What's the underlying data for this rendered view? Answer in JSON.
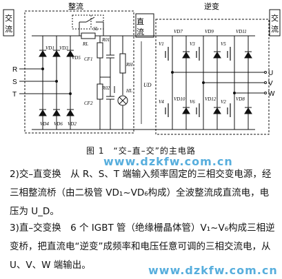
{
  "diagram": {
    "section_ac": "交流",
    "section_rect": "整流",
    "section_dc": "直流",
    "section_inv": "逆变",
    "section_ac_out": "交流",
    "inputs": [
      "R",
      "S",
      "T"
    ],
    "outputs": [
      "U",
      "V",
      "W"
    ],
    "switch_label": "SL",
    "diodes_top": [
      "VD1",
      "VD3",
      "VD5"
    ],
    "diodes_bottom": [
      "VD4",
      "VD6",
      "VD2"
    ],
    "rl": "RL",
    "r01": "R01",
    "r02": "R02",
    "c1": "CF1",
    "c2": "CF2",
    "rh": "RH",
    "hl": "HL",
    "ud": "UD",
    "igbt_top": [
      "V1",
      "V3",
      "V5"
    ],
    "igbt_bottom": [
      "V4",
      "V6",
      "V2"
    ],
    "vd_top": [
      "VD7",
      "VD9",
      "VD11"
    ],
    "vd_bottom": [
      "VD10",
      "VD12",
      "VD8"
    ]
  },
  "caption": "图 1　“交–直–交”的主电路",
  "watermark1": "www.dzkfw.com.cn",
  "watermark2": "www.dzkfw.com.cn",
  "para1": "2)交–直变换　从 R、S、T 端输入频率固定的三相交变电源，经三相整流桥（由二极管 VD₁~VD₆构成）全波整流成直流电，电压为 U_D。",
  "para2": "3)直–交变换　6 个 IGBT 管（绝缘栅晶体管）V₁~V₆构成三相逆变桥，把直流电“逆变”成频率和电压任意可调的三相交流电，从 U、V、W 端输出。"
}
